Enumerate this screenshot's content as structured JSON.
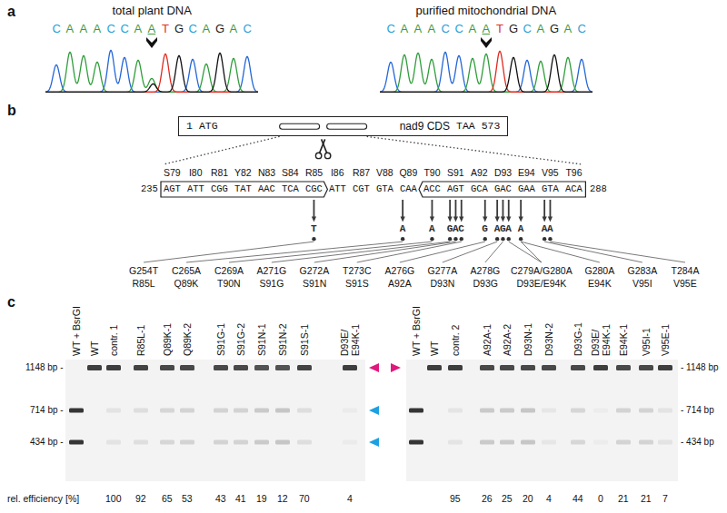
{
  "diagram": {
    "nodes": [
      {
        "text": [
          "1",
          "ATG",
          "nad9 CDS",
          "TAA",
          "573"
        ]
      },
      {
        "text": [
          "AGT",
          "ATT",
          "CGG",
          "TAT",
          "AAC",
          "TCA",
          "CGC"
        ]
      },
      {
        "text": [
          "ACC",
          "AGT",
          "GCA",
          "GAC",
          "GAA",
          "GTA",
          "ACA"
        ]
      }
    ],
    "labels": [
      "a",
      "b",
      "c",
      "total plant DNA",
      "purified mitochondrial DNA",
      "C",
      "A",
      "A",
      "A",
      "C",
      "C",
      "A",
      "A",
      "T",
      "G",
      "C",
      "A",
      "G",
      "A",
      "C",
      "C",
      "A",
      "A",
      "A",
      "C",
      "C",
      "A",
      "A",
      "T",
      "G",
      "C",
      "A",
      "G",
      "A",
      "C",
      "S79",
      "I80",
      "R81",
      "Y82",
      "N83",
      "S84",
      "R85",
      "I86",
      "R87",
      "V88",
      "Q89",
      "T90",
      "S91",
      "A92",
      "D93",
      "E94",
      "V95",
      "T96",
      "235",
      "ATT",
      "CGT",
      "GTA",
      "CAA",
      "288",
      "T",
      "A",
      "A",
      "G",
      "A",
      "C",
      "G",
      "A",
      "G",
      "A",
      "A",
      "A",
      "A",
      "G254T",
      "C265A",
      "C269A",
      "A271G",
      "G272A",
      "T273C",
      "A276G",
      "G277A",
      "A278G",
      "C279A/G280A",
      "G280A",
      "G283A",
      "T284A",
      "R85L",
      "Q89K",
      "T90N",
      "S91G",
      "S91N",
      "S91S",
      "A92A",
      "D93N",
      "D93G",
      "D93E/E94K",
      "E94K",
      "V95I",
      "V95E",
      "1148 bp -",
      "714 bp -",
      "434 bp -",
      "WT + BsrGI",
      "WT",
      "contr. 1",
      "R85L-1",
      "Q89K-1",
      "Q89K-2",
      "S91G-1",
      "S91G-2",
      "S91N-1",
      "S91N-2",
      "S91S-1",
      "D93E/ E94K-1",
      "WT + BsrGI",
      "WT",
      "contr. 2",
      "A92A-1",
      "A92A-2",
      "D93N-1",
      "D93N-2",
      "D93G-1",
      "D93E/ E94K-1",
      "E94K-1",
      "V95I-1",
      "V95E-1",
      "- 1148 bp",
      "- 714 bp",
      "- 434 bp",
      "rel. efficiency [%]",
      "100",
      "92",
      "65",
      "53",
      "43",
      "41",
      "19",
      "12",
      "70",
      "4",
      "95",
      "26",
      "25",
      "20",
      "4",
      "44",
      "0",
      "21",
      "21",
      "7"
    ]
  }
}
